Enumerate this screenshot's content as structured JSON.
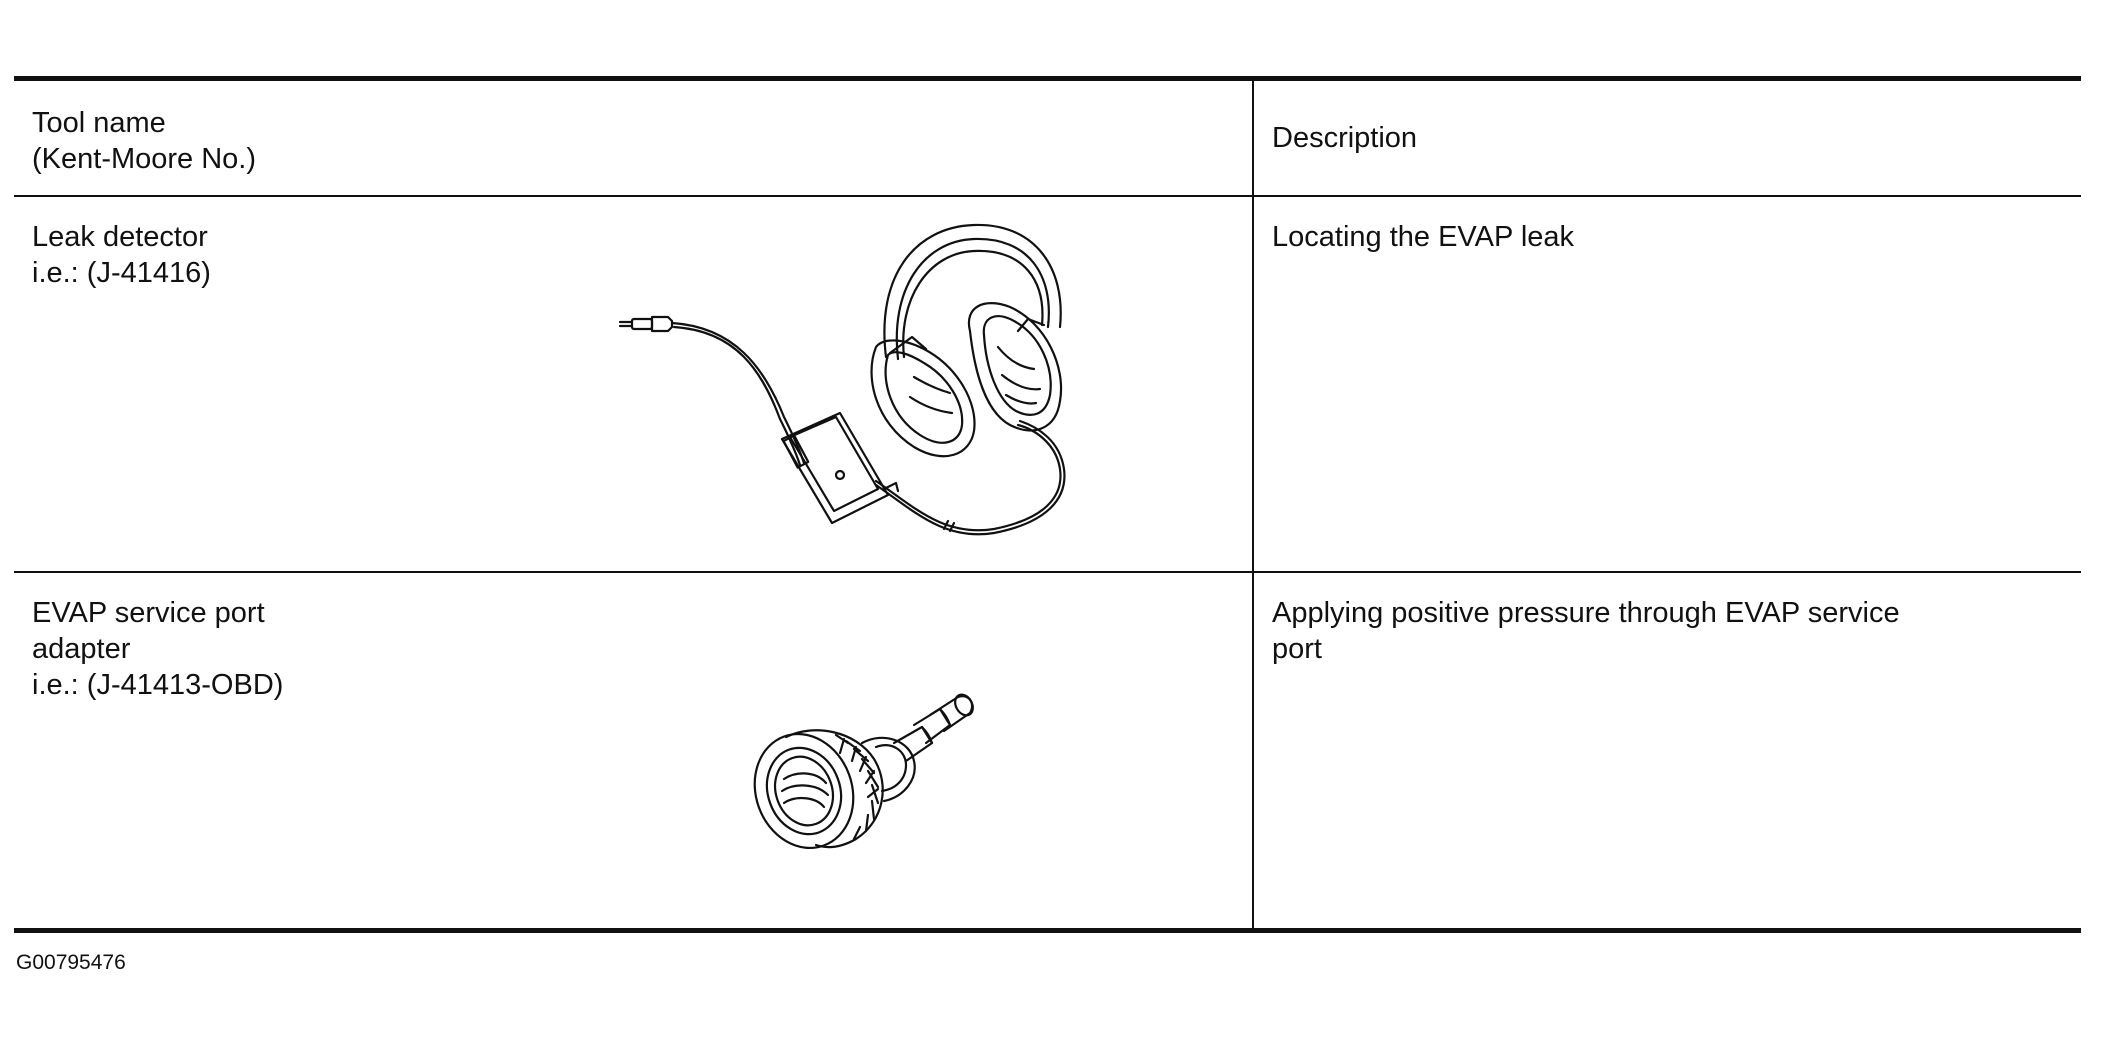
{
  "table": {
    "header": {
      "tool_line1": "Tool name",
      "tool_line2": "(Kent-Moore No.)",
      "description": "Description"
    },
    "rows": [
      {
        "tool_lines": [
          "Leak detector",
          "i.e.: (J-41416)"
        ],
        "description": "Locating the EVAP leak",
        "illustration": "leak-detector-headphones-icon"
      },
      {
        "tool_lines": [
          "EVAP service port",
          "adapter",
          "i.e.: (J-41413-OBD)"
        ],
        "description_lines": [
          "Applying positive pressure through EVAP service",
          "port"
        ],
        "illustration": "service-port-adapter-icon"
      }
    ]
  },
  "footer": {
    "figure_id": "G00795476"
  }
}
